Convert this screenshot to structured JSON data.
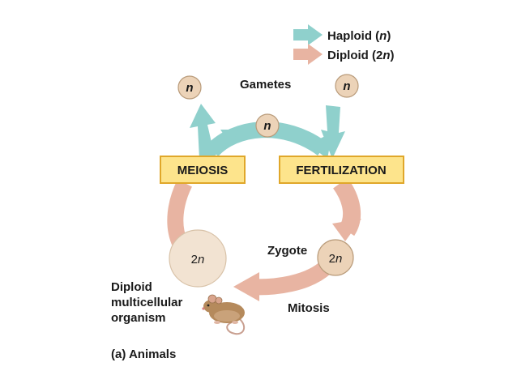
{
  "colors": {
    "haploid": "#8fd0cc",
    "diploid": "#e8b4a2",
    "box_fill": "#fde48c",
    "box_border": "#e0a72a",
    "cell_fill": "#ecd3b8",
    "cell_border": "#b99b7a",
    "big_cell_fill": "#f2e3d2"
  },
  "legend": {
    "haploid_label": "Haploid (",
    "haploid_symbol": "n",
    "haploid_close": ")",
    "diploid_label": "Diploid (2",
    "diploid_symbol": "n",
    "diploid_close": ")"
  },
  "labels": {
    "gametes": "Gametes",
    "meiosis": "MEIOSIS",
    "fertilization": "FERTILIZATION",
    "zygote": "Zygote",
    "mitosis": "Mitosis",
    "organism_line1": "Diploid",
    "organism_line2": "multicellular",
    "organism_line3": "organism",
    "caption": "(a) Animals"
  },
  "cells": {
    "gamete_symbol": "n",
    "zygote_prefix": "2",
    "zygote_symbol": "n",
    "organism_prefix": "2",
    "organism_symbol": "n"
  },
  "icons": {
    "organism_image": "mouse-icon"
  }
}
